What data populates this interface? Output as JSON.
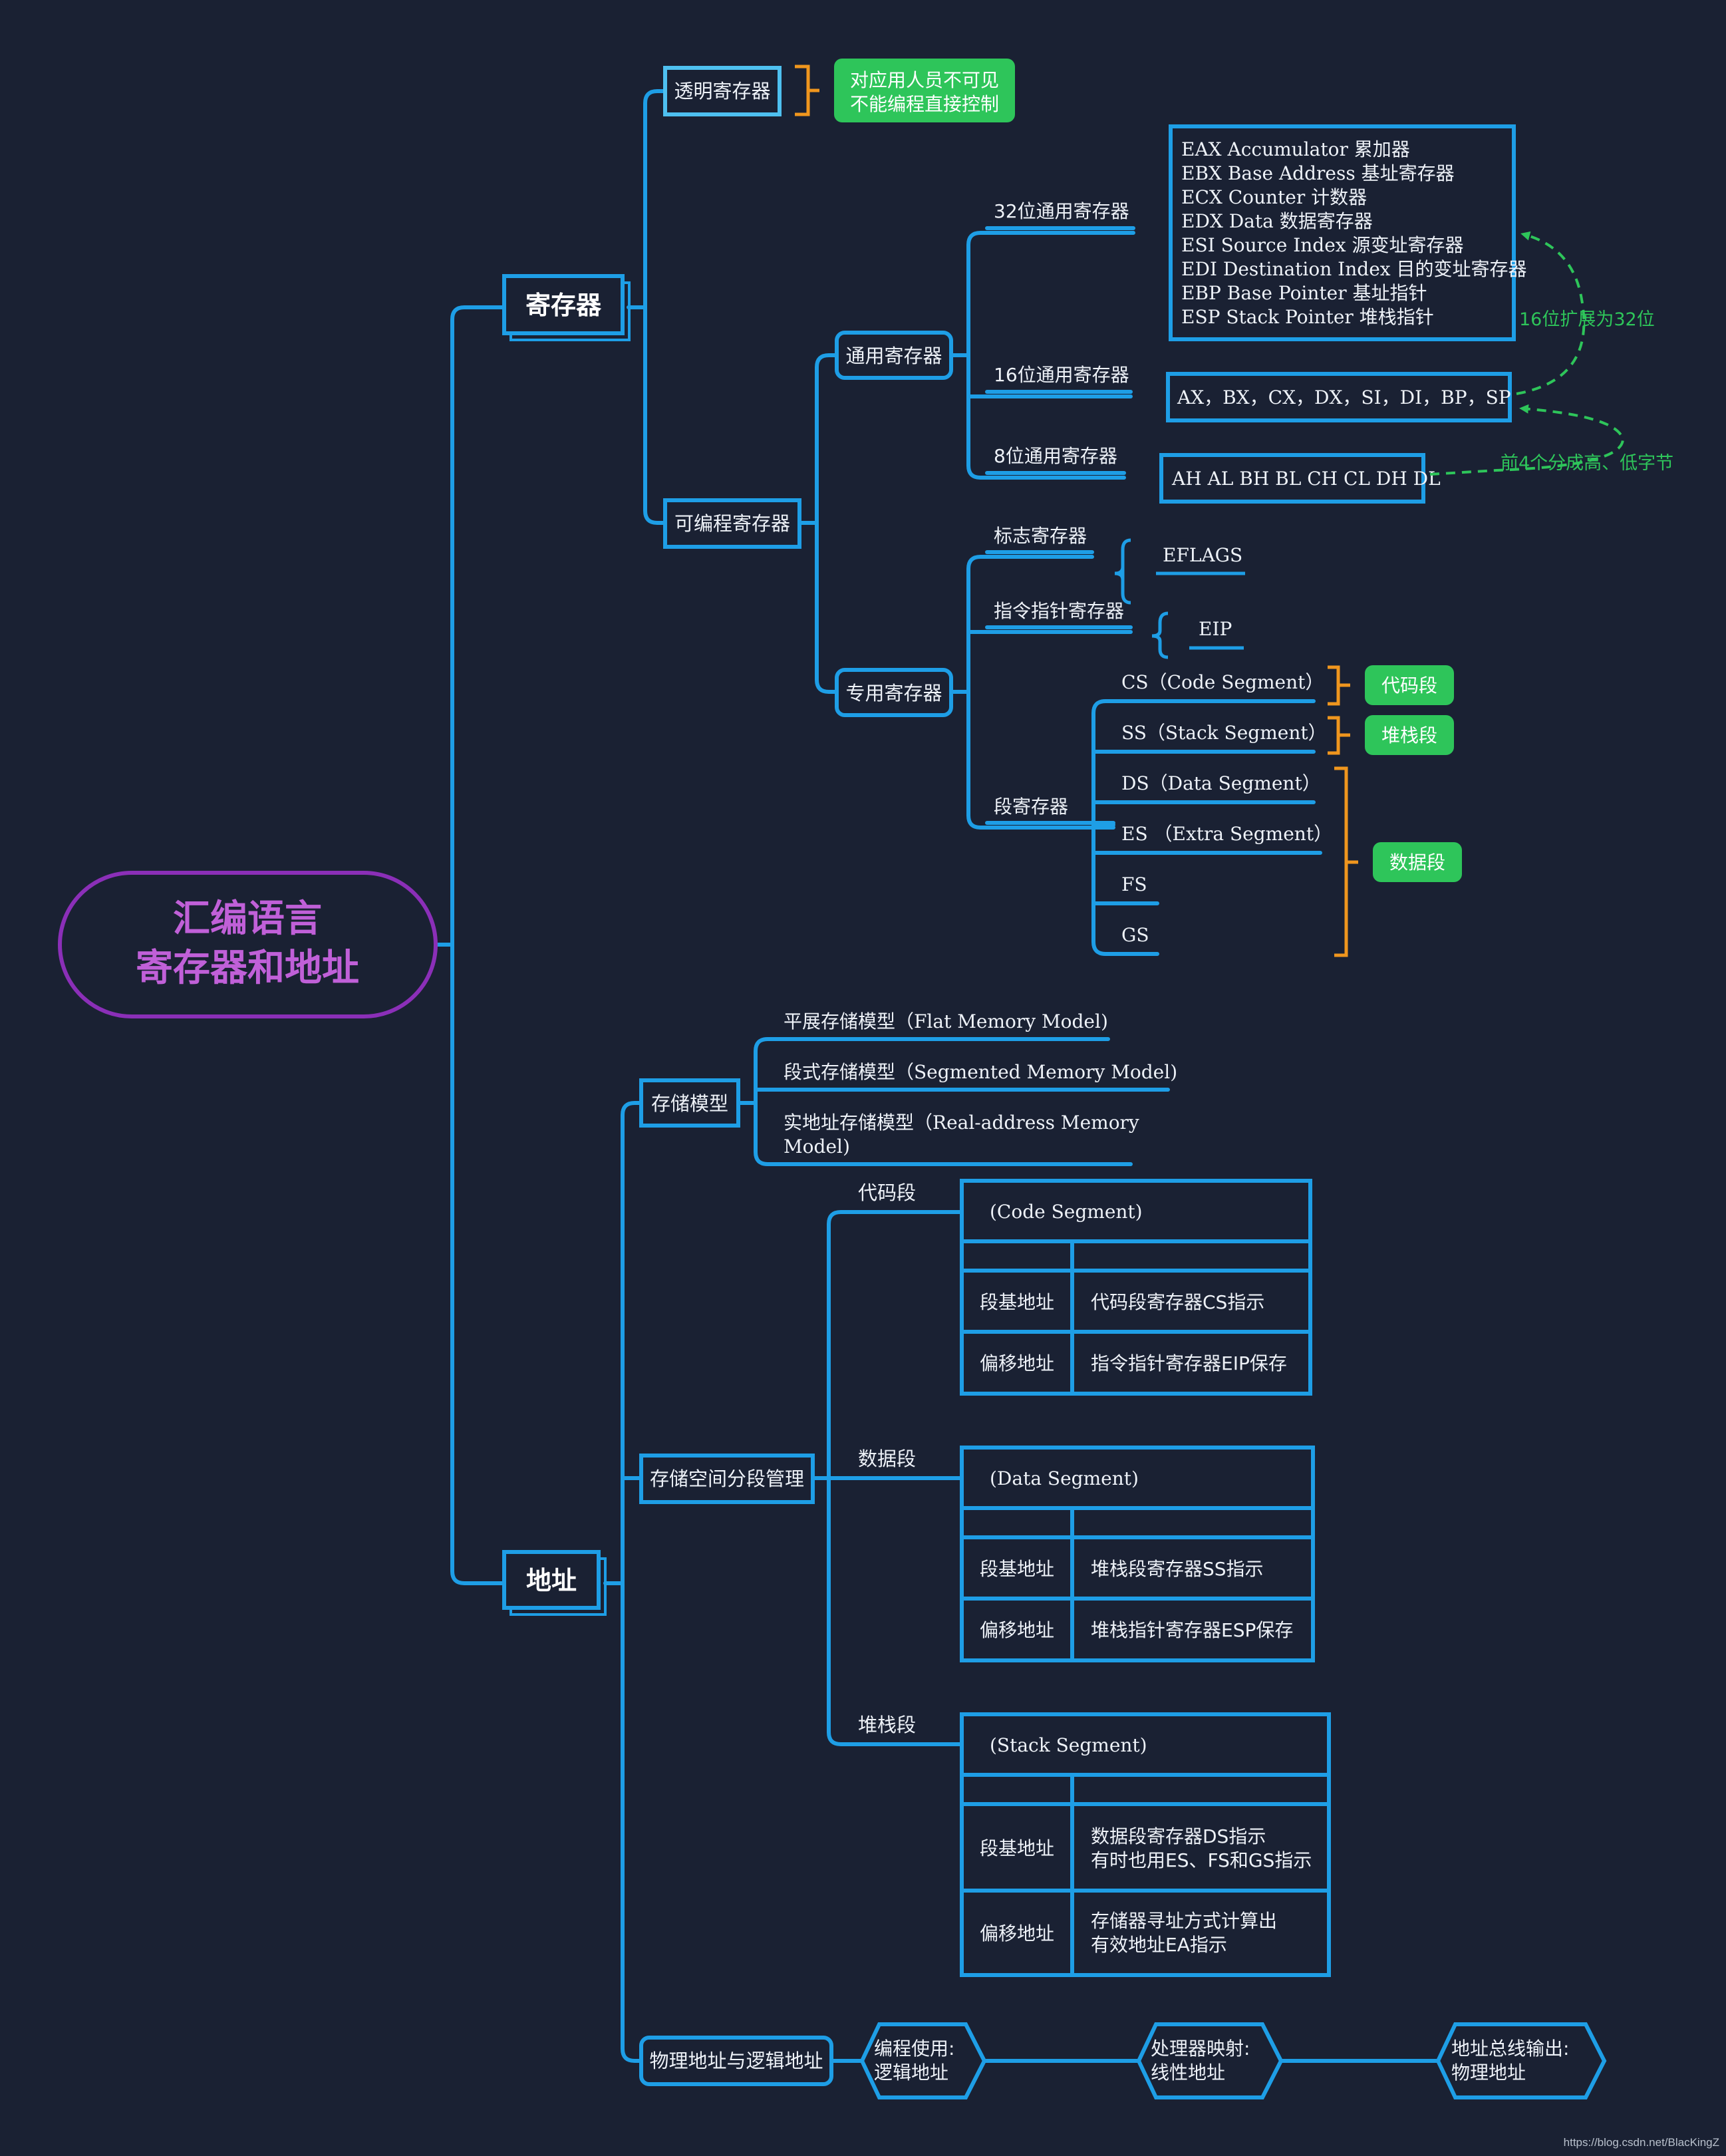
{
  "colors": {
    "background": "#1a2133",
    "line": "#1e9ee6",
    "root_border": "#8b2fb8",
    "root_text": "#c060d8",
    "orange_bracket": "#f0961e",
    "green_tag": "#2ec55a",
    "green_note": "#2ec55a",
    "text": "#eef2f8"
  },
  "root": {
    "line1": "汇编语言",
    "line2": "寄存器和地址"
  },
  "registers": {
    "title": "寄存器",
    "transparent": {
      "label": "透明寄存器",
      "note_line1": "对应用人员不可见",
      "note_line2": "不能编程直接控制"
    },
    "programmable": {
      "label": "可编程寄存器",
      "general": {
        "label": "通用寄存器",
        "r32": {
          "label": "32位通用寄存器",
          "items": [
            "EAX Accumulator 累加器",
            "EBX Base Address 基址寄存器",
            "ECX Counter 计数器",
            "EDX Data 数据寄存器",
            "ESI Source Index 源变址寄存器",
            "EDI Destination Index 目的变址寄存器",
            "EBP Base Pointer 基址指针",
            "ESP Stack Pointer 堆栈指针"
          ]
        },
        "r16": {
          "label": "16位通用寄存器",
          "value": "AX，BX，CX，DX，SI，DI，BP，SP"
        },
        "r8": {
          "label": "8位通用寄存器",
          "value": "AH AL BH BL CH CL DH DL"
        },
        "note_16_to_32": "16位扩展为32位",
        "note_8": "前4个分成高、低字节"
      },
      "special": {
        "label": "专用寄存器",
        "flags": {
          "label": "标志寄存器",
          "value": "EFLAGS"
        },
        "ip": {
          "label": "指令指针寄存器",
          "value": "EIP"
        },
        "segment": {
          "label": "段寄存器",
          "items": [
            "CS（Code Segment）",
            "SS（Stack Segment）",
            "DS（Data Segment）",
            "ES （Extra Segment）",
            "FS",
            "GS"
          ],
          "tag_code": "代码段",
          "tag_stack": "堆栈段",
          "tag_data": "数据段"
        }
      }
    }
  },
  "address": {
    "title": "地址",
    "memory_model": {
      "label": "存储模型",
      "items": [
        "平展存储模型（Flat Memory Model)",
        "段式存储模型（Segmented Memory Model)",
        "实地址存储模型（Real-address Memory",
        "Model)"
      ]
    },
    "segmentation": {
      "label": "存储空间分段管理",
      "segments": [
        {
          "label": "代码段",
          "header": "(Code Segment)",
          "base_label": "段基地址",
          "base_value": "代码段寄存器CS指示",
          "offset_label": "偏移地址",
          "offset_value": "指令指针寄存器EIP保存"
        },
        {
          "label": "数据段",
          "header": "(Data Segment)",
          "base_label": "段基地址",
          "base_value": "堆栈段寄存器SS指示",
          "offset_label": "偏移地址",
          "offset_value": "堆栈指针寄存器ESP保存"
        },
        {
          "label": "堆栈段",
          "header": "(Stack Segment)",
          "base_label": "段基地址",
          "base_value_line1": "数据段寄存器DS指示",
          "base_value_line2": "有时也用ES、FS和GS指示",
          "offset_label": "偏移地址",
          "offset_value_line1": "存储器寻址方式计算出",
          "offset_value_line2": "有效地址EA指示"
        }
      ]
    },
    "physical_logical": {
      "label": "物理地址与逻辑地址",
      "steps": [
        {
          "line1": "编程使用:",
          "line2": "逻辑地址"
        },
        {
          "line1": "处理器映射:",
          "line2": "线性地址"
        },
        {
          "line1": "地址总线输出:",
          "line2": "物理地址"
        }
      ]
    }
  },
  "footer": "https://blog.csdn.net/BlacKingZ"
}
